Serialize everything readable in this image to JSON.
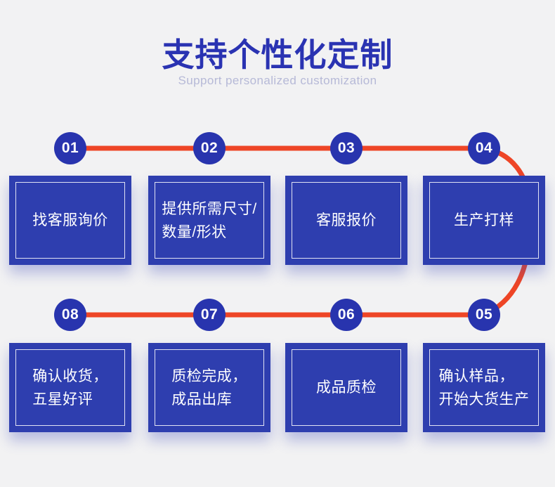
{
  "header": {
    "title": "支持个性化定制",
    "subtitle": "Support personalized customization"
  },
  "steps": [
    {
      "number": "01",
      "lines": [
        "找客服询价"
      ]
    },
    {
      "number": "02",
      "lines": [
        "提供所需尺寸/",
        "数量/形状"
      ]
    },
    {
      "number": "03",
      "lines": [
        "客服报价"
      ]
    },
    {
      "number": "04",
      "lines": [
        "生产打样"
      ]
    },
    {
      "number": "05",
      "lines": [
        "确认样品，",
        "开始大货生产"
      ]
    },
    {
      "number": "06",
      "lines": [
        "成品质检"
      ]
    },
    {
      "number": "07",
      "lines": [
        "质检完成，",
        "成品出库"
      ]
    },
    {
      "number": "08",
      "lines": [
        "确认收货，",
        "五星好评"
      ]
    }
  ],
  "colors": {
    "background": "#f2f2f3",
    "card_blue": "#2e3eaf",
    "badge_blue": "#2834ae",
    "connector_red": "#ee4526",
    "title_blue": "#2a33b2",
    "subtitle_gray": "#b6b9d7",
    "card_text": "#ffffff"
  }
}
